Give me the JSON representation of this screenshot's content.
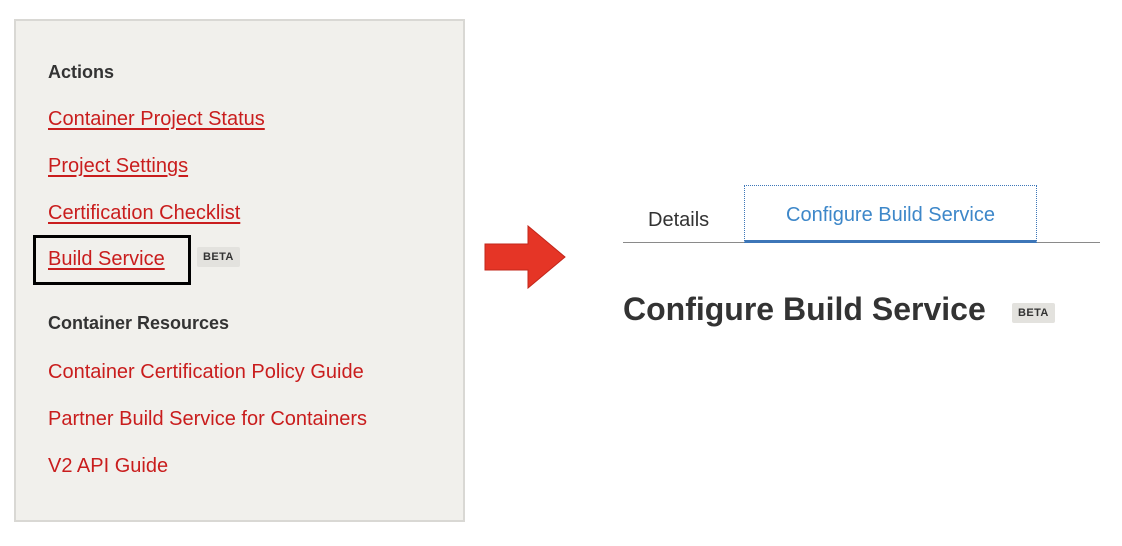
{
  "sidebar": {
    "actions_heading": "Actions",
    "actions": [
      {
        "label": "Container Project Status"
      },
      {
        "label": "Project Settings"
      },
      {
        "label": "Certification Checklist"
      },
      {
        "label": "Build Service",
        "badge": "BETA",
        "highlighted": true
      }
    ],
    "resources_heading": "Container Resources",
    "resources": [
      {
        "label": "Container Certification Policy Guide"
      },
      {
        "label": "Partner Build Service for Containers"
      },
      {
        "label": "V2 API Guide"
      }
    ]
  },
  "arrow": {
    "icon": "right-arrow-icon",
    "color": "#e53526"
  },
  "tabs": [
    {
      "label": "Details",
      "active": false
    },
    {
      "label": "Configure Build Service",
      "active": true
    }
  ],
  "main": {
    "title": "Configure Build Service",
    "title_badge": "BETA"
  },
  "colors": {
    "link": "#c91d1d",
    "panel_bg": "#f1f0ec",
    "active_tab": "#3d87c9",
    "badge_bg": "#e3e2de"
  }
}
